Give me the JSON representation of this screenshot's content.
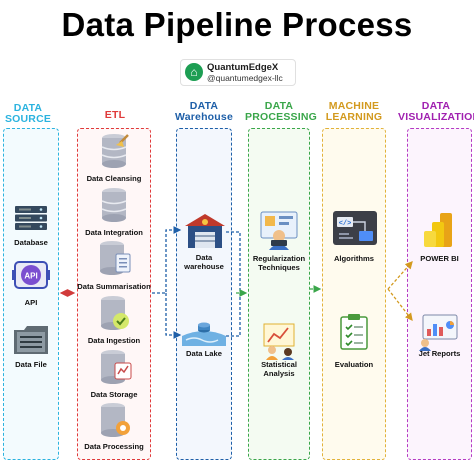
{
  "title": "Data Pipeline Process",
  "brand": {
    "name": "QuantumEdgeX",
    "handle": "@quantumedgex-llc"
  },
  "columns": {
    "source": {
      "header_line1": "DATA",
      "header_line2": "SOURCE",
      "color": "#2bb3df",
      "items": [
        "Database",
        "API",
        "Data File"
      ]
    },
    "etl": {
      "header": "ETL",
      "color": "#e03a3a",
      "items": [
        "Data Cleansing",
        "Data Integration",
        "Data Summarisation",
        "Data Ingestion",
        "Data Storage",
        "Data Processing"
      ]
    },
    "warehouse": {
      "header_line1": "DATA",
      "header_line2": "Warehouse",
      "color": "#1e5fa8",
      "items": [
        "Data warehouse",
        "Data Lake"
      ]
    },
    "processing": {
      "header_line1": "DATA",
      "header_line2": "PROCESSING",
      "color": "#3aa64a",
      "items": [
        "Regularization\nTechniques",
        "Statistical\nAnalysis"
      ]
    },
    "ml": {
      "header_line1": "MACHINE",
      "header_line2": "LEARNING",
      "color": "#d39a1f",
      "items": [
        "Algorithms",
        "Evaluation"
      ]
    },
    "viz": {
      "header_line1": "DATA",
      "header_line2": "VISUALIZATION",
      "color": "#a020b0",
      "items": [
        "POWER BI",
        "Jet Reports"
      ]
    }
  }
}
